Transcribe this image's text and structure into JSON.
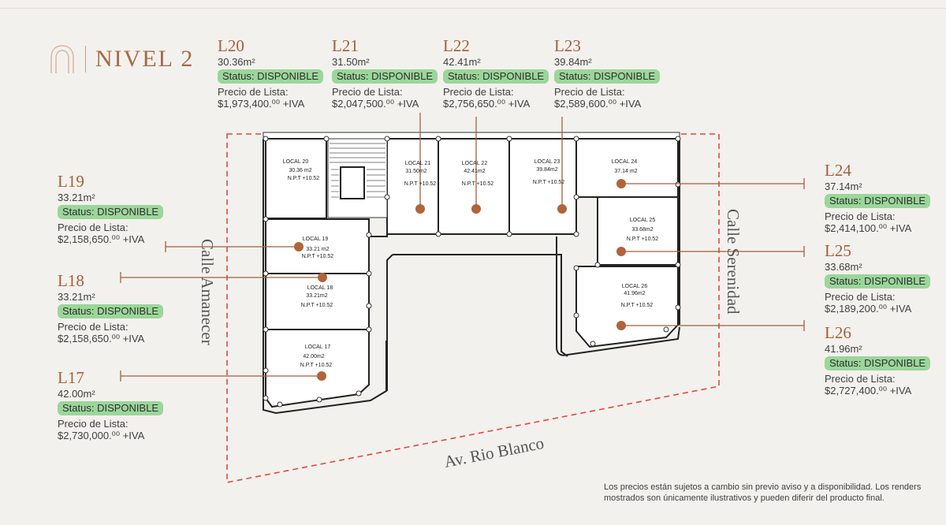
{
  "header": {
    "title": "NIVEL 2"
  },
  "units": [
    {
      "code": "L20",
      "area": "30.36m²",
      "status": "Status: DISPONIBLE",
      "price_label": "Precio de Lista:",
      "price": "$1,973,400.⁰⁰ +IVA"
    },
    {
      "code": "L21",
      "area": "31.50m²",
      "status": "Status: DISPONIBLE",
      "price_label": "Precio de Lista:",
      "price": "$2,047,500.⁰⁰ +IVA"
    },
    {
      "code": "L22",
      "area": "42.41m²",
      "status": "Status: DISPONIBLE",
      "price_label": "Precio de Lista:",
      "price": "$2,756,650.⁰⁰ +IVA"
    },
    {
      "code": "L23",
      "area": "39.84m²",
      "status": "Status: DISPONIBLE",
      "price_label": "Precio de Lista:",
      "price": "$2,589,600.⁰⁰ +IVA"
    },
    {
      "code": "L19",
      "area": "33.21m²",
      "status": "Status: DISPONIBLE",
      "price_label": "Precio de Lista:",
      "price": "$2,158,650.⁰⁰ +IVA"
    },
    {
      "code": "L18",
      "area": "33.21m²",
      "status": "Status: DISPONIBLE",
      "price_label": "Precio de Lista:",
      "price": "$2,158,650.⁰⁰ +IVA"
    },
    {
      "code": "L17",
      "area": "42.00m²",
      "status": "Status: DISPONIBLE",
      "price_label": "Precio de Lista:",
      "price": "$2,730,000.⁰⁰ +IVA"
    },
    {
      "code": "L24",
      "area": "37.14m²",
      "status": "Status: DISPONIBLE",
      "price_label": "Precio de Lista:",
      "price": "$2,414,100.⁰⁰ +IVA"
    },
    {
      "code": "L25",
      "area": "33.68m²",
      "status": "Status: DISPONIBLE",
      "price_label": "Precio de Lista:",
      "price": "$2,189,200.⁰⁰ +IVA"
    },
    {
      "code": "L26",
      "area": "41.96m²",
      "status": "Status: DISPONIBLE",
      "price_label": "Precio de Lista:",
      "price": "$2,727,400.⁰⁰ +IVA"
    }
  ],
  "plan": {
    "locals": [
      {
        "name": "LOCAL 20",
        "area": "30.36 m2",
        "npt": "N.P.T +10.52"
      },
      {
        "name": "LOCAL 21",
        "area": "31.50m2",
        "npt": "N.P.T +10.52"
      },
      {
        "name": "LOCAL 22",
        "area": "42.41m2",
        "npt": "N.P.T +10.52"
      },
      {
        "name": "LOCAL 23",
        "area": "39.84m2",
        "npt": "N.P.T +10.52"
      },
      {
        "name": "LOCAL 24",
        "area": "37.14 m2",
        "npt": ""
      },
      {
        "name": "LOCAL 25",
        "area": "33.68m2",
        "npt": "N.P.T +10.52"
      },
      {
        "name": "LOCAL 26",
        "area": "41.96m2",
        "npt": "N.P.T +10.52"
      },
      {
        "name": "LOCAL 19",
        "area": "33.21 m2",
        "npt": "N.P.T +10.52"
      },
      {
        "name": "LOCAL 18",
        "area": "33.21m2",
        "npt": "N.P.T +10.52"
      },
      {
        "name": "LOCAL 17",
        "area": "42.00m2",
        "npt": "N.P.T +10.52"
      }
    ],
    "streets": {
      "left": "Calle Amanecer",
      "right": "Calle Serenidad",
      "bottom": "Av. Rio Blanco"
    }
  },
  "colors": {
    "accent": "#a2613a",
    "status_bg": "#9bd69a",
    "boundary": "#e0493f",
    "marker": "#b0643a"
  },
  "disclaimer": "Los precios están sujetos a cambio sin previo aviso y a disponibilidad. Los renders mostrados son únicamente ilustrativos y pueden diferir del producto final."
}
